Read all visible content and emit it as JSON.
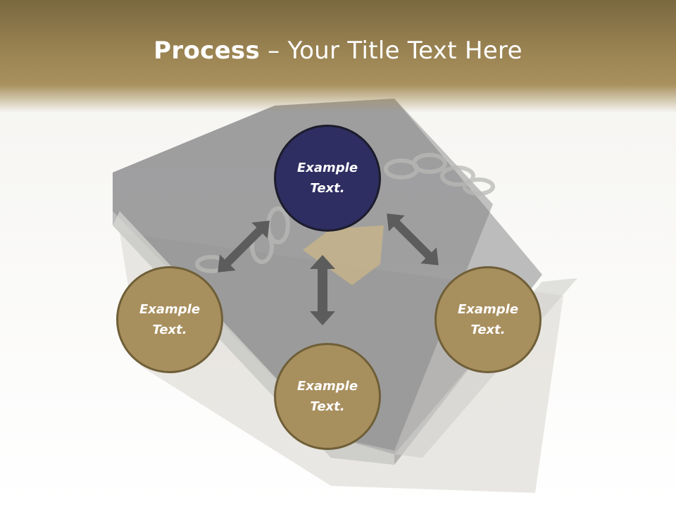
{
  "title": {
    "bold": "Process",
    "rest": " – Your Title Text Here"
  },
  "nodes": {
    "top": "Example\nText.",
    "left": "Example\nText.",
    "right": "Example\nText.",
    "bottom": "Example\nText."
  },
  "colors": {
    "header": "#9a8352",
    "node_fill": "#a88f5e",
    "node_border": "#6f5f38",
    "main_node_fill": "#2e2e62",
    "arrow": "#5c5c5c"
  }
}
